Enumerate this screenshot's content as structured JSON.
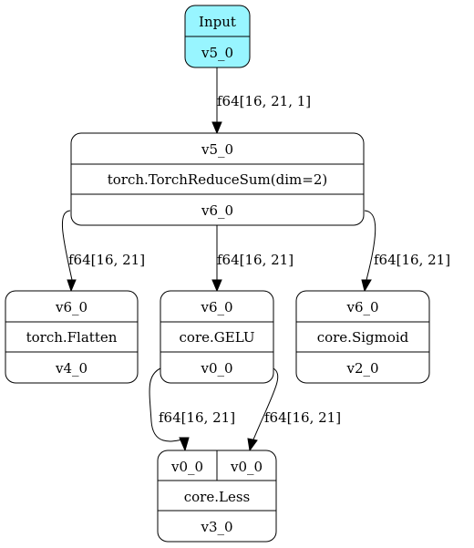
{
  "nodes": {
    "input": {
      "title": "Input",
      "output": "v5_0"
    },
    "reduce": {
      "input": "v5_0",
      "op": "torch.TorchReduceSum(dim=2)",
      "output": "v6_0"
    },
    "flatten": {
      "input": "v6_0",
      "op": "torch.Flatten",
      "output": "v4_0"
    },
    "gelu": {
      "input": "v6_0",
      "op": "core.GELU",
      "output": "v0_0"
    },
    "sigmoid": {
      "input": "v6_0",
      "op": "core.Sigmoid",
      "output": "v2_0"
    },
    "less": {
      "input_a": "v0_0",
      "input_b": "v0_0",
      "op": "core.Less",
      "output": "v3_0"
    }
  },
  "edges": {
    "input_to_reduce": "f64[16, 21, 1]",
    "reduce_to_flatten": "f64[16, 21]",
    "reduce_to_gelu": "f64[16, 21]",
    "reduce_to_sigmoid": "f64[16, 21]",
    "gelu_to_less_a": "f64[16, 21]",
    "gelu_to_less_b": "f64[16, 21]"
  },
  "colors": {
    "input_fill": "#98f5ff",
    "node_fill": "#ffffff",
    "stroke": "#000000"
  }
}
